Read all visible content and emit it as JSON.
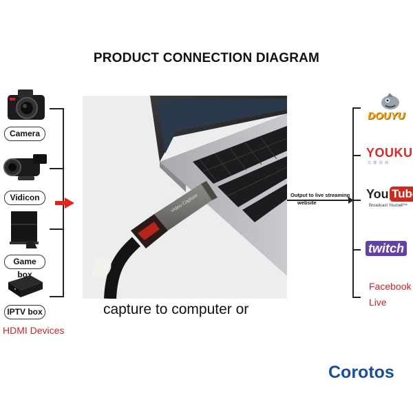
{
  "title": "PRODUCT CONNECTION DIAGRAM",
  "devices": [
    {
      "label": "Camera",
      "icon": "camera-icon"
    },
    {
      "label": "Vidicon",
      "icon": "camcorder-icon"
    },
    {
      "label": "Game box",
      "icon": "game-console-icon"
    },
    {
      "label": "IPTV box",
      "icon": "iptv-box-icon"
    }
  ],
  "devices_group_label": "HDMI Devices",
  "product_label": "Video Capture",
  "caption": "capture to computer or",
  "output_text_line1": "Output to live streaming",
  "output_text_line2": "website",
  "platforms": {
    "douyu": "DOUYU",
    "youku": "YOUKU",
    "youku_sub": "优 酷 视 频",
    "youtube_you": "You",
    "youtube_tube": "Tube",
    "youtube_sub": "Broadcast Yourself™",
    "twitch": "twitch",
    "facebook": "Facebook",
    "live": "Live"
  },
  "watermark": "Corotos",
  "colors": {
    "accent_red": "#c0282d",
    "arrow_red": "#e2231a",
    "watermark_blue": "#1a4e96",
    "twitch_purple": "#6441a4"
  }
}
